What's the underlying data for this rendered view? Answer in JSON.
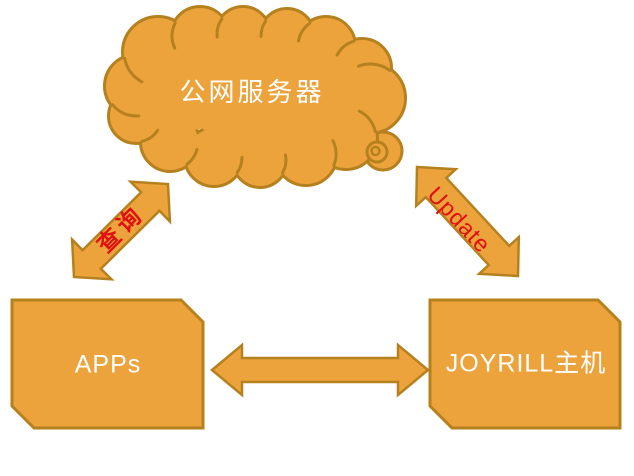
{
  "diagram": {
    "cloud": {
      "label": "公网服务器"
    },
    "nodes": [
      {
        "id": "apps",
        "label": "APPs"
      },
      {
        "id": "joyrill",
        "label": "JOYRILL主机"
      }
    ],
    "edges": [
      {
        "from": "apps",
        "to": "cloud",
        "label": "查询",
        "style": "double-arrow"
      },
      {
        "from": "cloud",
        "to": "joyrill",
        "label": "Update",
        "style": "double-arrow"
      },
      {
        "from": "apps",
        "to": "joyrill",
        "label": "",
        "style": "double-arrow"
      }
    ],
    "colors": {
      "shape_fill": "#EDA33C",
      "shape_border": "#B5811F",
      "node_label": "#FFFFFF",
      "edge_label": "#E01010",
      "background": "#FFFFFF"
    }
  }
}
